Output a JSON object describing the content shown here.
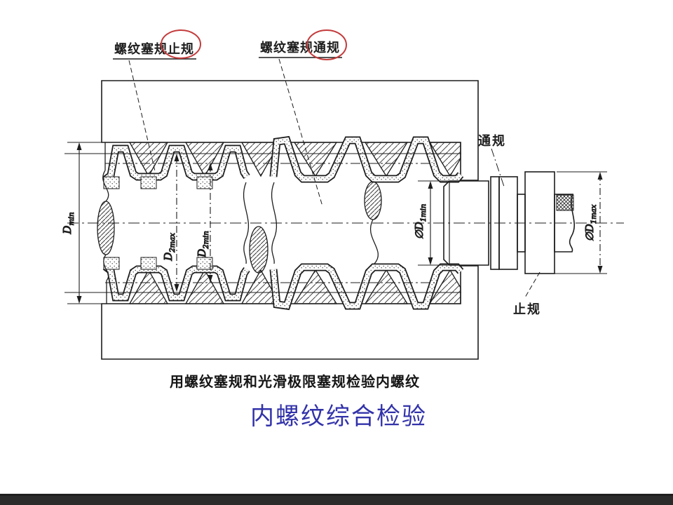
{
  "slide": {
    "caption": "用螺纹塞规和光滑极限塞规检验内螺纹",
    "title": "内螺纹综合检验"
  },
  "annotations": {
    "thread_plug_notgo": "螺纹塞规止规",
    "thread_plug_go": "螺纹塞规通规",
    "go_gauge": "通规",
    "notgo_gauge": "止规"
  },
  "dimensions": {
    "d_min": {
      "base": "D",
      "sub": "min"
    },
    "d2_max": {
      "base": "D",
      "sub": "2max"
    },
    "d2_min": {
      "base": "D",
      "sub": "2min"
    },
    "d1_min": {
      "base": "∅D",
      "sub": "1min"
    },
    "d1_max": {
      "base": "∅D",
      "sub": "1max"
    }
  },
  "colors": {
    "highlight_red": "#c43c3c",
    "title_blue": "#3232aa",
    "ink": "#1d1d1d",
    "footer_bar": "#2b2b2b"
  }
}
